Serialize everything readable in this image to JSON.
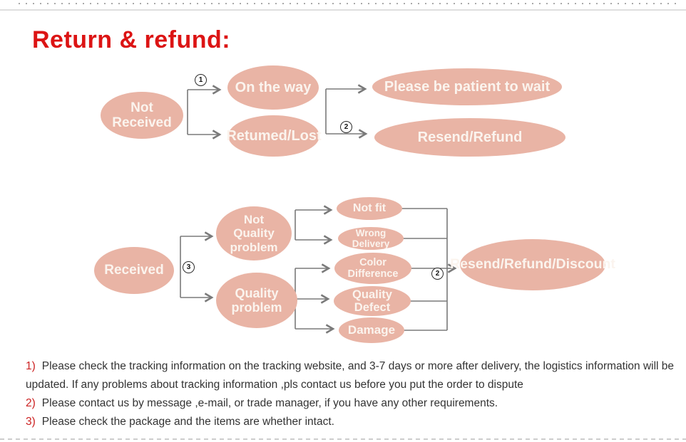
{
  "title": "Return & refund:",
  "colors": {
    "title_red": "#dc1414",
    "note_red": "#cc2222",
    "ellipse_fill": "#e9b4a5",
    "ellipse_text": "#fbf4ee",
    "connector_gray": "#7a7a7a"
  },
  "flow_not_received": {
    "start": "Not Received",
    "on_the_way": "On the way",
    "returned_lost": "Retumed/Lost",
    "please_wait": "Please be patient to wait",
    "resend_refund": "Resend/Refund",
    "badge_1": "1",
    "badge_2": "2"
  },
  "flow_received": {
    "start": "Received",
    "not_quality_problem": "Not Quality problem",
    "quality_problem": "Quality problem",
    "reasons": [
      "Not fit",
      "Wrong Delivery",
      "Color Difference",
      "Quality Defect",
      "Damage"
    ],
    "result": "Resend/Refund/Discount",
    "badge_3": "3",
    "badge_2": "2"
  },
  "notes": [
    {
      "num": "1)",
      "text": "Please check the tracking information on the tracking website, and 3-7 days or more after delivery, the logistics information will be updated. If any problems about tracking information ,pls contact us before you put the order to dispute"
    },
    {
      "num": "2)",
      "text": "Please contact us by message ,e-mail, or trade manager, if you have any other requirements."
    },
    {
      "num": "3)",
      "text": "Please check the package and the items are whether intact."
    }
  ]
}
